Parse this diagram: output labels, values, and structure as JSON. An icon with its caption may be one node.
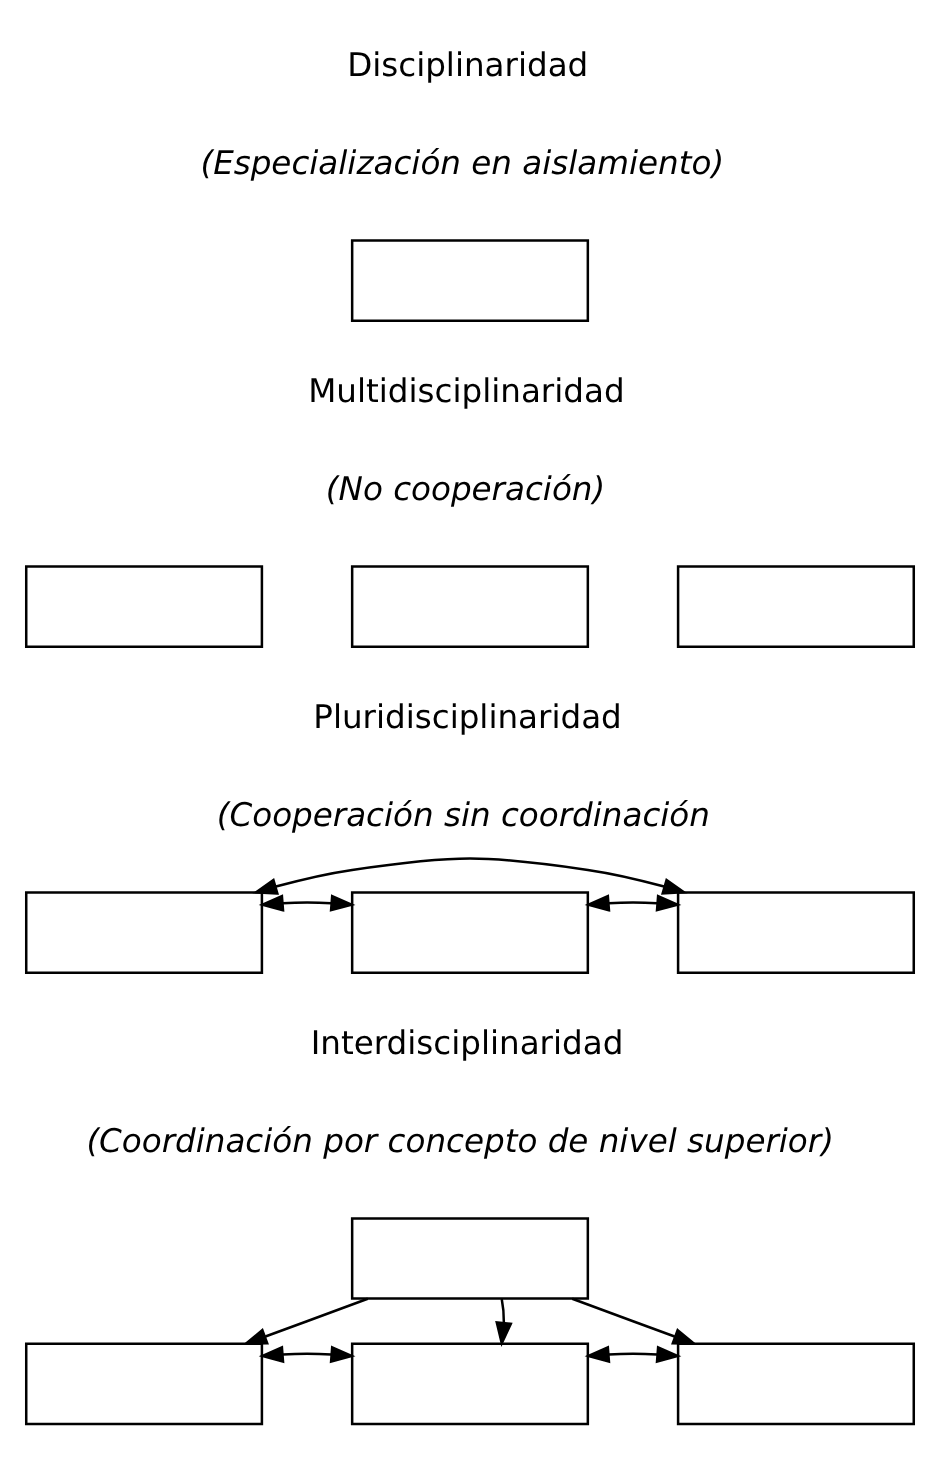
{
  "diagram": {
    "nodes": [
      {
        "text": [],
        "shape": "box"
      },
      {
        "text": [],
        "shape": "box"
      },
      {
        "text": [],
        "shape": "box"
      },
      {
        "text": [],
        "shape": "box"
      },
      {
        "text": [],
        "shape": "box"
      },
      {
        "text": [],
        "shape": "box"
      },
      {
        "text": [],
        "shape": "box"
      },
      {
        "text": [],
        "shape": "box"
      },
      {
        "text": [],
        "shape": "box"
      },
      {
        "text": [],
        "shape": "box"
      },
      {
        "text": [],
        "shape": "box"
      }
    ],
    "edges": [
      {
        "from": 4,
        "to": 5,
        "arrow": "both"
      },
      {
        "from": 5,
        "to": 6,
        "arrow": "both"
      },
      {
        "from": 4,
        "to": 6,
        "arrow": "both"
      },
      {
        "from": 7,
        "to": 8,
        "arrow": "to"
      },
      {
        "from": 7,
        "to": 9,
        "arrow": "to"
      },
      {
        "from": 7,
        "to": 10,
        "arrow": "to"
      },
      {
        "from": 8,
        "to": 9,
        "arrow": "both"
      },
      {
        "from": 9,
        "to": 10,
        "arrow": "both"
      }
    ],
    "labels": [
      "Disciplinaridad",
      "(Especialización en aislamiento)",
      "Multidisciplinaridad",
      "(No cooperación)",
      "Pluridisciplinaridad",
      "(Cooperación sin coordinación",
      "Interdisciplinaridad",
      "(Coordinación por concepto de nivel superior)"
    ]
  }
}
